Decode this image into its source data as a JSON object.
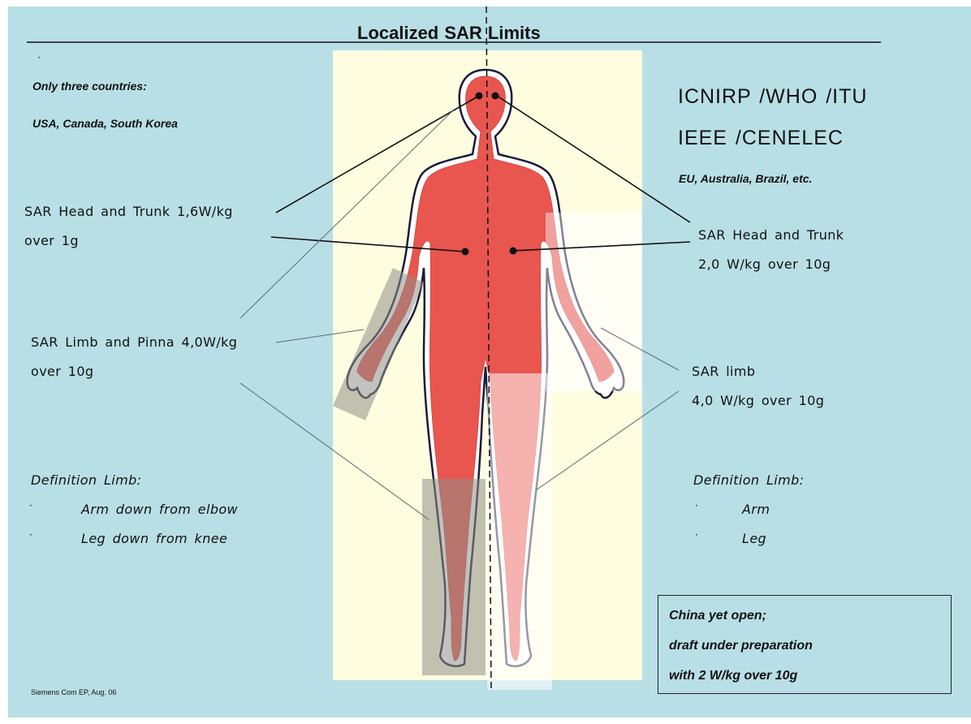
{
  "title": "Localized SAR Limits",
  "left": {
    "dot": "·",
    "countries_intro": "Only three countries:",
    "countries": "USA, Canada, South Korea",
    "head_trunk_line1": "SAR Head and Trunk 1,6W/kg",
    "head_trunk_line2": "over 1g",
    "limb_line1": "SAR Limb and Pinna 4,0W/kg",
    "limb_line2": "over 10g",
    "definition_title": "Definition Limb:",
    "definition_items": [
      "Arm down from elbow",
      "Leg down from knee"
    ]
  },
  "right": {
    "standards_line1": "ICNIRP /WHO /ITU",
    "standards_line2": "IEEE /CENELEC",
    "regions": "EU, Australia, Brazil, etc.",
    "head_trunk_line1": "SAR Head and Trunk",
    "head_trunk_line2": "2,0 W/kg over 10g",
    "limb_line1": "SAR limb",
    "limb_line2": "4,0 W/kg over 10g",
    "definition_title": "Definition Limb:",
    "definition_items": [
      "Arm",
      "Leg"
    ]
  },
  "bullet_glyph": "·",
  "china_box": {
    "line1": "China yet open;",
    "line2": "draft under preparation",
    "line3": "with 2 W/kg over 10g"
  },
  "footer": "Siemens Com EP, Aug. 06",
  "colors": {
    "background": "#b9dfe6",
    "body_panel": "#fffde0",
    "body_fill": "#e8564f",
    "limb_pale": "#f0b0b0",
    "limb_grey": "#8f8f88"
  }
}
